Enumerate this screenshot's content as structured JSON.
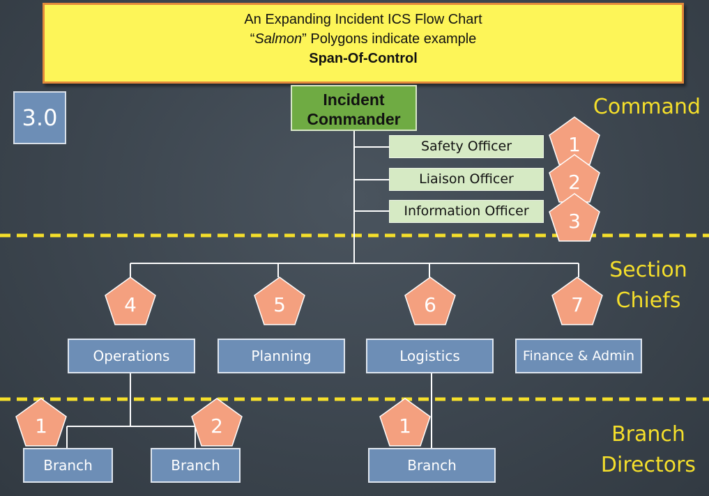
{
  "header": {
    "line1": "An Expanding Incident  ICS Flow Chart",
    "line2_open_quote": "“",
    "line2_em": "Salmon",
    "line2_rest": "” Polygons indicate example",
    "line3": "Span-Of-Control"
  },
  "version": "3.0",
  "side_labels": {
    "command": "Command",
    "section_chiefs_1": "Section",
    "section_chiefs_2": "Chiefs",
    "branch_directors_1": "Branch",
    "branch_directors_2": "Directors"
  },
  "incident_commander": {
    "line1": "Incident",
    "line2": "Commander"
  },
  "command_staff": [
    {
      "label": "Safety Officer",
      "badge": "1"
    },
    {
      "label": "Liaison Officer",
      "badge": "2"
    },
    {
      "label": "Information Officer",
      "badge": "3"
    }
  ],
  "sections": [
    {
      "label": "Operations",
      "badge": "4"
    },
    {
      "label": "Planning",
      "badge": "5"
    },
    {
      "label": "Logistics",
      "badge": "6"
    },
    {
      "label": "Finance & Admin",
      "badge": "7"
    }
  ],
  "branches": [
    {
      "label": "Branch",
      "badge": "1"
    },
    {
      "label": "Branch",
      "badge": "2"
    },
    {
      "label": "Branch",
      "badge": "1"
    }
  ],
  "colors": {
    "background": "#3b444d",
    "title_fill": "#fdf558",
    "title_border": "#e2893b",
    "commander_fill": "#6fab43",
    "staff_fill": "#d6eac4",
    "node_fill": "#6d8eb6",
    "badge_fill": "#f4a07f",
    "divider": "#f5df2b",
    "side_text": "#f5df2b"
  }
}
